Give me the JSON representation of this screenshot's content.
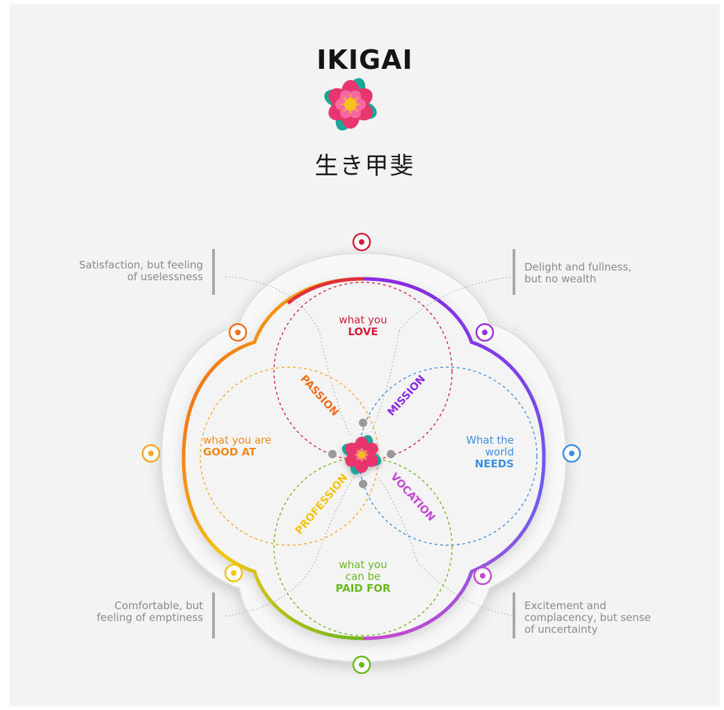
{
  "title": "IKIGAI",
  "subtitle_kanji": "生き甲斐",
  "notes": {
    "top_left": "Satisfaction, but feeling\nof uselessness",
    "top_right": "Delight and fullness,\nbut no wealth",
    "bottom_left": "Comfortable, but\nfeeling of emptiness",
    "bottom_right": "Excitement and\ncomplacency, but sense\nof uncertainty"
  },
  "circles": {
    "love": {
      "line1": "what you",
      "line2": "LOVE",
      "color": "#d21f3c"
    },
    "good_at": {
      "line1": "what you are",
      "line2": "GOOD AT",
      "color": "#f08a1c"
    },
    "needs": {
      "line1": "What the",
      "line1b": "world",
      "line2": "NEEDS",
      "color": "#3f8fe0"
    },
    "paid": {
      "line1": "what you",
      "line1b": "can be",
      "line2": "PAID FOR",
      "color": "#6ab81e"
    }
  },
  "overlaps": {
    "passion": "PASSION",
    "mission": "MISSION",
    "profession": "PROFESSION",
    "vocation": "VOCATION"
  },
  "colors": {
    "red": "#d21f3c",
    "orange": "#f06c1c",
    "yellow": "#f1c40f",
    "green": "#6ab81e",
    "blue": "#3f8fe0",
    "purple": "#9b2fd8",
    "violet": "#c04ad0",
    "amber": "#f5a623"
  },
  "marker_icons": [
    "target-icon-top",
    "target-icon-top-left",
    "target-icon-top-right",
    "target-icon-left",
    "target-icon-right",
    "target-icon-bottom-left",
    "target-icon-bottom-right",
    "target-icon-bottom"
  ]
}
